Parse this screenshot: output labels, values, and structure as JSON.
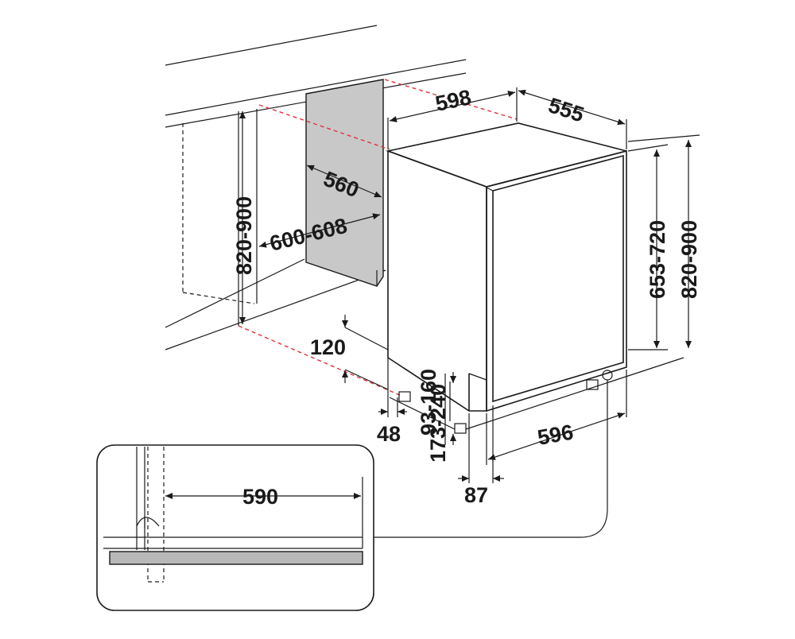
{
  "dimensions": {
    "depth_top": "598",
    "width_top": "555",
    "niche_depth": "560",
    "niche_width": "600-608",
    "niche_height": "820-900",
    "appliance_height": "820-900",
    "door_height": "653-720",
    "plinth_height": "120",
    "foot_offset": "48",
    "foot_height": "93-160",
    "plinth_range": "173-240",
    "front_width": "596",
    "door_offset": "87",
    "detail_width": "590"
  },
  "colors": {
    "line": "#1a1a1a",
    "hidden_line": "#e0333a",
    "wall_fill": "#c8c8c8",
    "detail_bar": "#b8b8b8"
  }
}
